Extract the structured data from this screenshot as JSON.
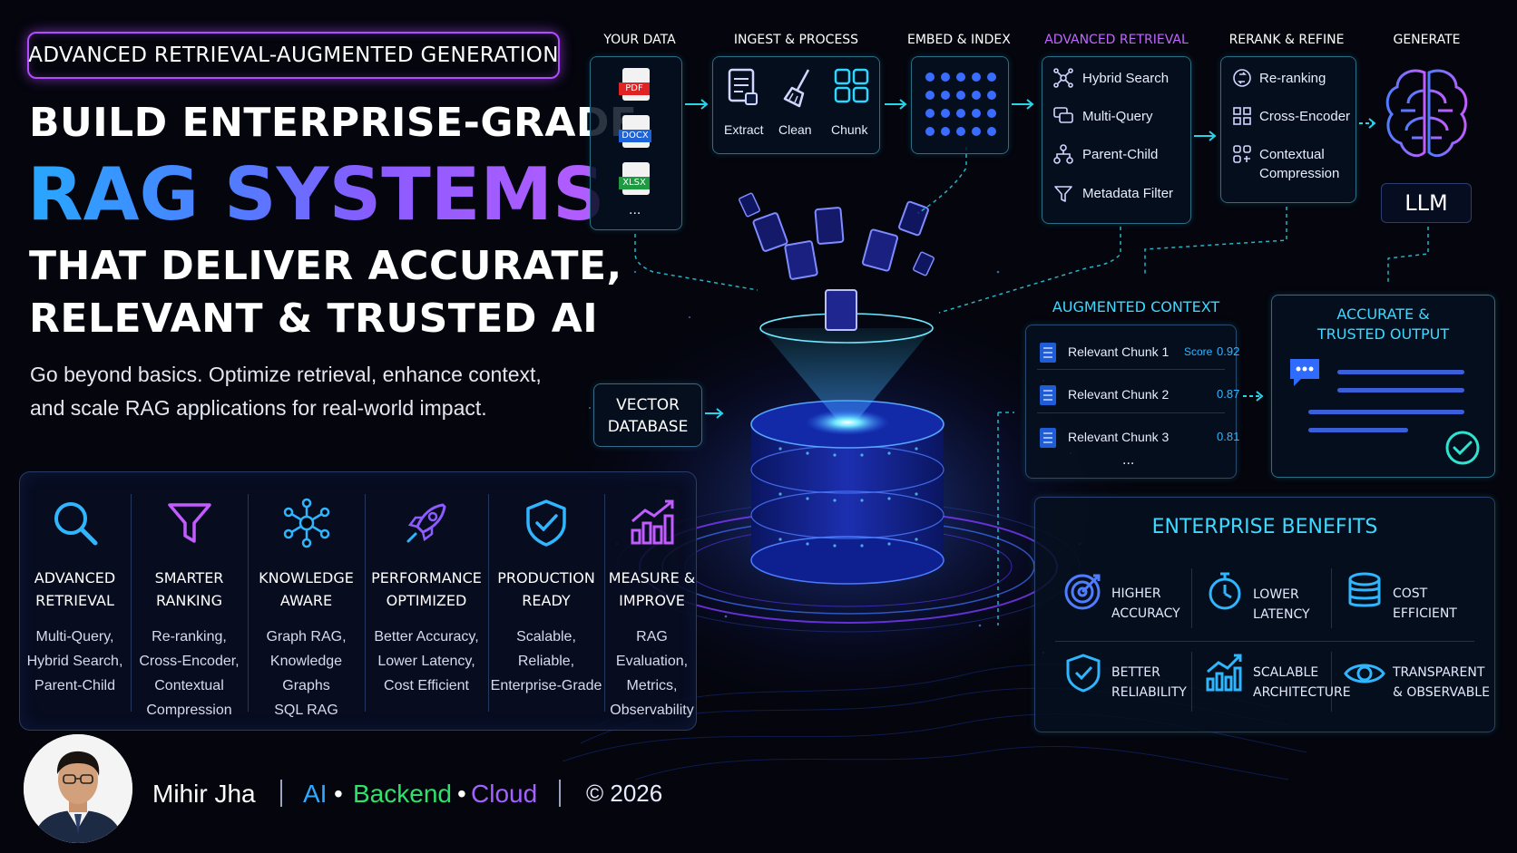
{
  "header": {
    "badge": "ADVANCED RETRIEVAL-AUGMENTED GENERATION",
    "line1": "BUILD ENTERPRISE-GRADE",
    "line2": "RAG SYSTEMS",
    "line3": "THAT DELIVER ACCURATE,",
    "line4": "RELEVANT & TRUSTED AI",
    "sub1": "Go beyond basics. Optimize retrieval, enhance context,",
    "sub2": "and scale RAG applications for real-world impact."
  },
  "features": [
    {
      "icon": "magnifier-icon",
      "title1": "ADVANCED",
      "title2": "RETRIEVAL",
      "d1": "Multi-Query,",
      "d2": "Hybrid Search,",
      "d3": "Parent-Child",
      "d4": ""
    },
    {
      "icon": "funnel-icon",
      "title1": "SMARTER",
      "title2": "RANKING",
      "d1": "Re-ranking,",
      "d2": "Cross-Encoder,",
      "d3": "Contextual",
      "d4": "Compression"
    },
    {
      "icon": "graph-network-icon",
      "title1": "KNOWLEDGE",
      "title2": "AWARE",
      "d1": "Graph RAG,",
      "d2": "Knowledge Graphs",
      "d3": "SQL RAG",
      "d4": ""
    },
    {
      "icon": "rocket-icon",
      "title1": "PERFORMANCE",
      "title2": "OPTIMIZED",
      "d1": "Better Accuracy,",
      "d2": "Lower Latency,",
      "d3": "Cost Efficient",
      "d4": ""
    },
    {
      "icon": "shield-check-icon",
      "title1": "PRODUCTION",
      "title2": "READY",
      "d1": "Scalable,",
      "d2": "Reliable,",
      "d3": "Enterprise-Grade",
      "d4": ""
    },
    {
      "icon": "bar-chart-up-icon",
      "title1": "MEASURE &",
      "title2": "IMPROVE",
      "d1": "RAG Evaluation,",
      "d2": "Metrics,",
      "d3": "Observability",
      "d4": ""
    }
  ],
  "pipeline": {
    "your_data": {
      "label": "YOUR DATA",
      "files": [
        "PDF",
        "DOCX",
        "XLSX"
      ],
      "more": "..."
    },
    "ingest": {
      "label": "INGEST & PROCESS",
      "steps": [
        "Extract",
        "Clean",
        "Chunk"
      ]
    },
    "embed": {
      "label": "EMBED & INDEX"
    },
    "retrieval": {
      "label": "ADVANCED RETRIEVAL",
      "items": [
        "Hybrid Search",
        "Multi-Query",
        "Parent-Child",
        "Metadata Filter"
      ]
    },
    "rerank": {
      "label": "RERANK & REFINE",
      "items": [
        "Re-ranking",
        "Cross-Encoder",
        "Contextual",
        "Compression"
      ]
    },
    "generate": {
      "label": "GENERATE",
      "llm": "LLM"
    }
  },
  "vector_db": {
    "line1": "VECTOR",
    "line2": "DATABASE"
  },
  "context": {
    "title": "AUGMENTED CONTEXT",
    "chunks": [
      {
        "label": "Relevant Chunk 1",
        "score_prefix": "Score",
        "score": "0.92"
      },
      {
        "label": "Relevant Chunk 2",
        "score_prefix": "",
        "score": "0.87"
      },
      {
        "label": "Relevant Chunk 3",
        "score_prefix": "",
        "score": "0.81"
      }
    ],
    "more": "..."
  },
  "output": {
    "title1": "ACCURATE &",
    "title2": "TRUSTED OUTPUT"
  },
  "benefits": {
    "title": "ENTERPRISE BENEFITS",
    "items": [
      {
        "icon": "target-icon",
        "l1": "HIGHER",
        "l2": "ACCURACY"
      },
      {
        "icon": "stopwatch-icon",
        "l1": "LOWER",
        "l2": "LATENCY"
      },
      {
        "icon": "coin-stack-icon",
        "l1": "COST",
        "l2": "EFFICIENT"
      },
      {
        "icon": "shield-check-icon",
        "l1": "BETTER",
        "l2": "RELIABILITY"
      },
      {
        "icon": "bar-chart-up-icon",
        "l1": "SCALABLE",
        "l2": "ARCHITECTURE"
      },
      {
        "icon": "eye-icon",
        "l1": "TRANSPARENT",
        "l2": "& OBSERVABLE"
      }
    ]
  },
  "footer": {
    "name": "Mihir Jha",
    "ai": "AI",
    "dot": "•",
    "backend": "Backend",
    "cloud": "Cloud",
    "copyright": "© 2026"
  },
  "colors": {
    "cyan": "#29d3e8",
    "blue": "#2f7dff",
    "purple": "#9b5cff",
    "green": "#2fe36a",
    "background": "#04050d"
  }
}
